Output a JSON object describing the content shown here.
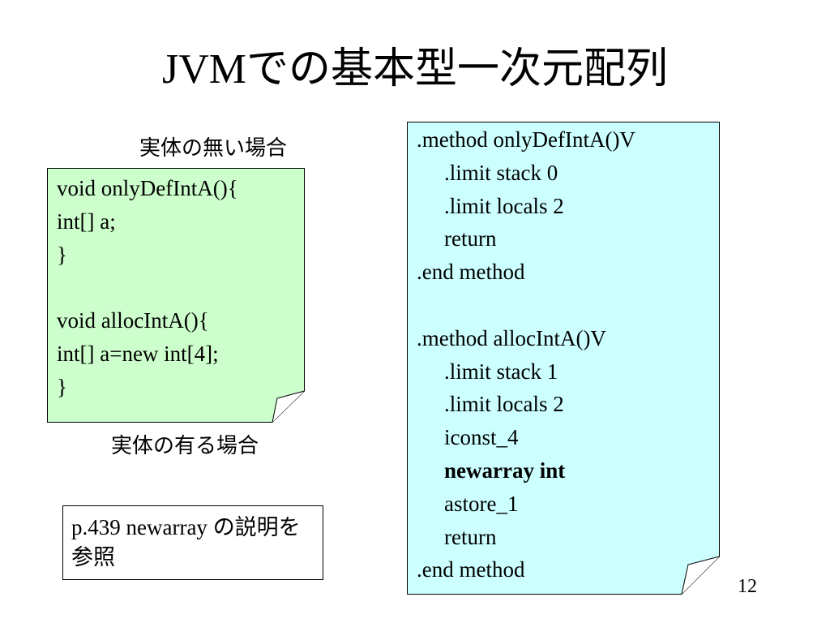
{
  "slide": {
    "title_latin": "JVM",
    "title_jp": "での基本型一次元配列",
    "caption_no_body": "実体の無い場合",
    "caption_with_body": "実体の有る場合",
    "left_code": [
      {
        "text": "void onlyDefIntA(){"
      },
      {
        "text": "int[] a;"
      },
      {
        "text": "}"
      },
      {
        "text": ""
      },
      {
        "text": "void allocIntA(){"
      },
      {
        "text": "int[] a=new int[4];"
      },
      {
        "text": "}"
      }
    ],
    "right_code": [
      {
        "text": ".method onlyDefIntA()V",
        "indent": false,
        "bold": false
      },
      {
        "text": ".limit stack 0",
        "indent": true,
        "bold": false
      },
      {
        "text": ".limit locals 2",
        "indent": true,
        "bold": false
      },
      {
        "text": "return",
        "indent": true,
        "bold": false
      },
      {
        "text": ".end method",
        "indent": false,
        "bold": false
      },
      {
        "text": "",
        "indent": false,
        "bold": false
      },
      {
        "text": ".method allocIntA()V",
        "indent": false,
        "bold": false
      },
      {
        "text": ".limit stack 1",
        "indent": true,
        "bold": false
      },
      {
        "text": ".limit locals 2",
        "indent": true,
        "bold": false
      },
      {
        "text": "iconst_4",
        "indent": true,
        "bold": false
      },
      {
        "text": "newarray int",
        "indent": true,
        "bold": true
      },
      {
        "text": "astore_1",
        "indent": true,
        "bold": false
      },
      {
        "text": "return",
        "indent": true,
        "bold": false
      },
      {
        "text": ".end method",
        "indent": false,
        "bold": false
      }
    ],
    "reference_latin": "p.439 newarray",
    "reference_jp": "の説明を参照",
    "page_number": "12"
  },
  "colors": {
    "left_note_fill": "#ccffcc",
    "right_note_fill": "#ccffff",
    "border": "#000000"
  }
}
